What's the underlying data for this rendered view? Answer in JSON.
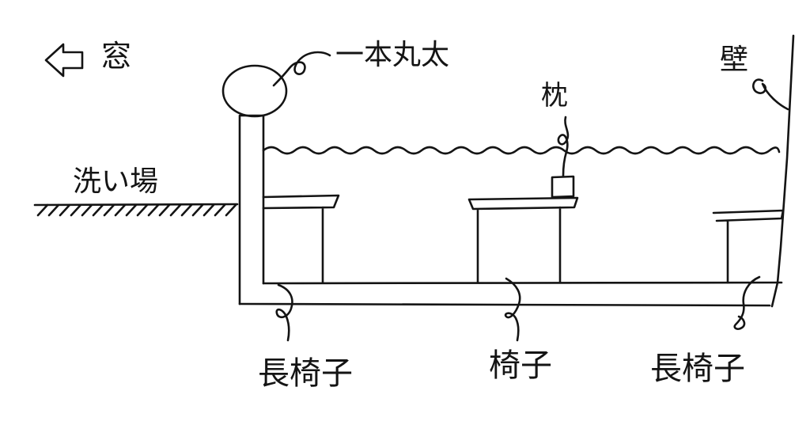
{
  "labels": {
    "window": "窓",
    "log": "一本丸太",
    "wall": "壁",
    "pillow": "枕",
    "washing_area": "洗い場",
    "bench_left": "長椅子",
    "chair_center": "椅子",
    "bench_right": "長椅子"
  },
  "icons": {
    "window_direction": "left-arrow-icon"
  },
  "colors": {
    "ink": "#141414",
    "paper": "#ffffff"
  }
}
